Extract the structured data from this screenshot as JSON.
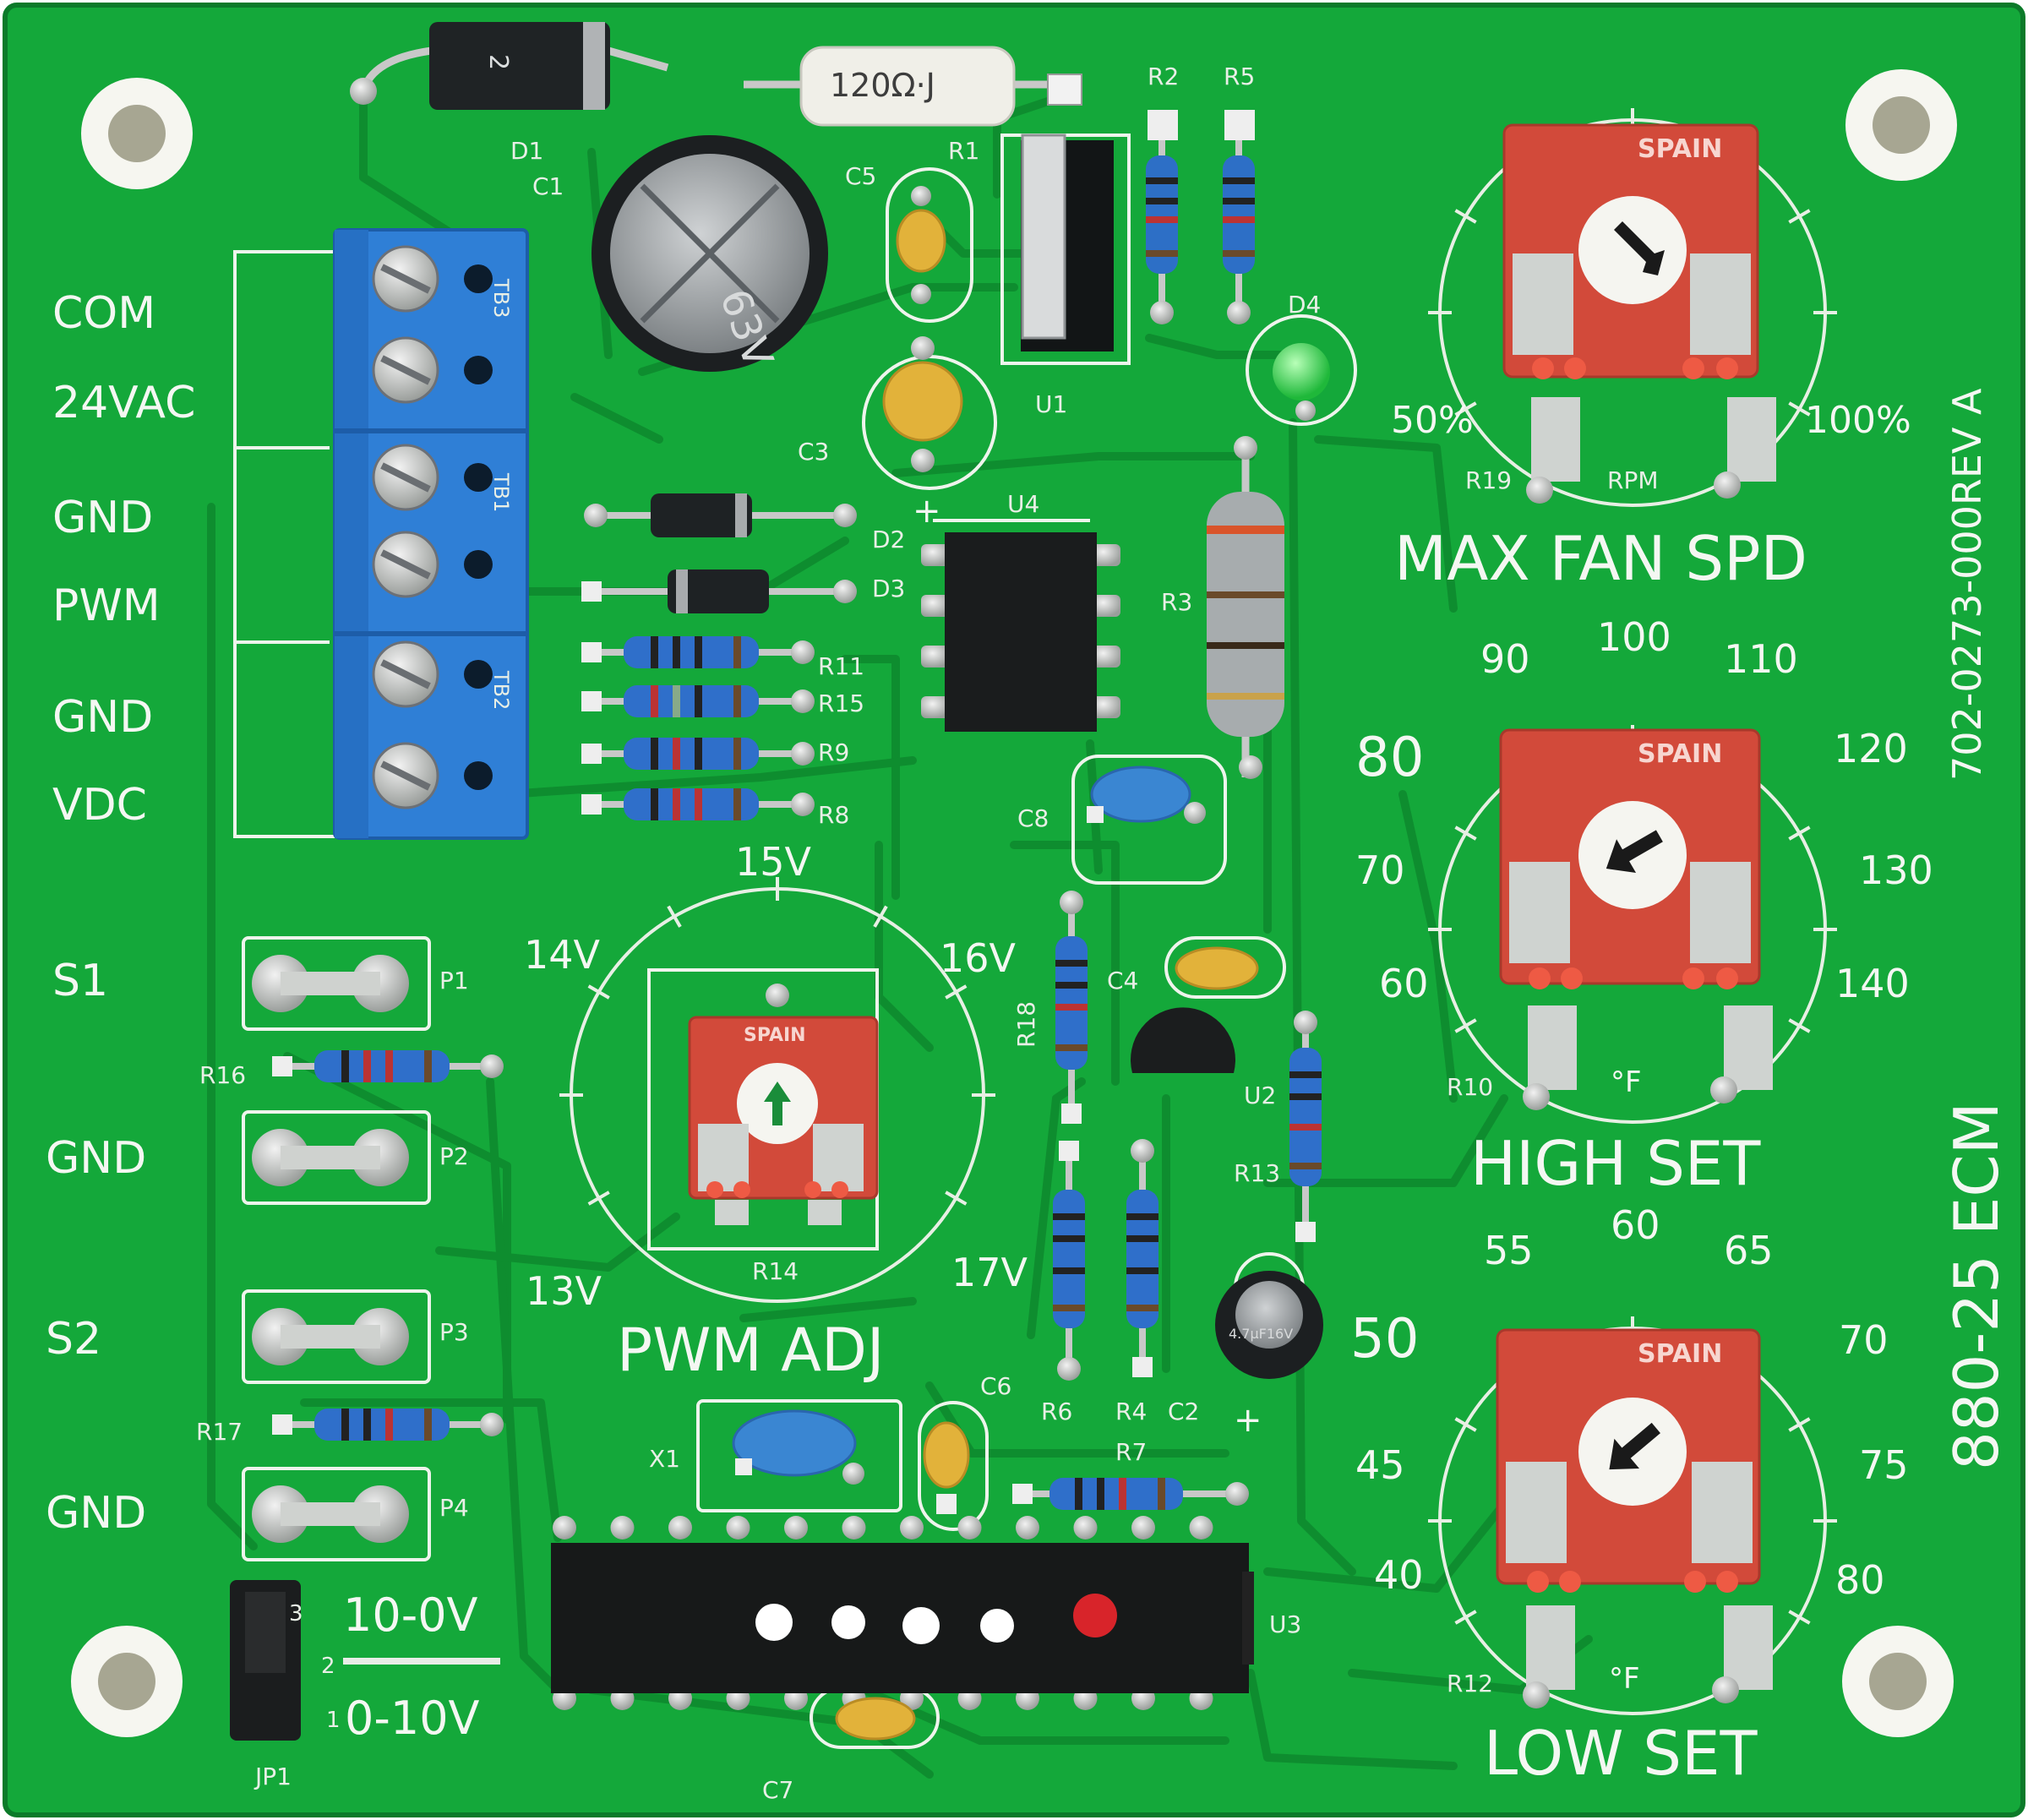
{
  "board": {
    "model": "880-25 ECM",
    "part_number": "702-0273-000REV A",
    "colors": {
      "pcb": "#14a83a",
      "trace": "#0f8f30",
      "silkscreen": "#f4f7f2",
      "terminal_block": "#2f7fd6",
      "trimmer": "#d24a3a",
      "solder_pad": "#c9ccc9"
    }
  },
  "terminals": {
    "com": "COM",
    "vac": "24VAC",
    "gnd1": "GND",
    "pwm": "PWM",
    "gnd2": "GND",
    "vdc": "VDC",
    "tb3": "TB3",
    "tb1": "TB1",
    "tb2": "TB2"
  },
  "inputs": {
    "s1": "S1",
    "gnd3": "GND",
    "s2": "S2",
    "gnd4": "GND",
    "p1": "P1",
    "p2": "P2",
    "p3": "P3",
    "p4": "P4",
    "r16": "R16",
    "r17": "R17"
  },
  "jumper": {
    "label": "JP1",
    "pin3": "3",
    "pin2": "2",
    "pin1": "1",
    "mode_a": "10-0V",
    "mode_b": "0-10V"
  },
  "components": {
    "d1": "D1",
    "d1_mark": "2",
    "r1": "R1",
    "r1_mark": "120Ω·J",
    "c1": "C1",
    "c1_mark": "63V",
    "c5": "C5",
    "r2": "R2",
    "r5": "R5",
    "u1": "U1",
    "d4": "D4",
    "c3": "C3",
    "c3_plus": "+",
    "d2": "D2",
    "d3": "D3",
    "u4": "U4",
    "r3": "R3",
    "r11": "R11",
    "r15": "R15",
    "r9": "R9",
    "r8": "R8",
    "c8": "C8",
    "r18": "R18",
    "c4": "C4",
    "u2": "U2",
    "r13": "R13",
    "r6": "R6",
    "r4": "R4",
    "c2": "C2",
    "c2_plus": "+",
    "c2_mark": "4.7µF16V",
    "c6": "C6",
    "x1": "X1",
    "r7": "R7",
    "u3": "U3",
    "c7": "C7"
  },
  "trimmers": {
    "brand": "SPAIN",
    "pwm": {
      "name": "PWM ADJ",
      "ref": "R14",
      "ticks": [
        "13V",
        "14V",
        "15V",
        "16V",
        "17V"
      ]
    },
    "max_fan": {
      "name": "MAX FAN SPD",
      "ref": "R19",
      "unit": "RPM",
      "min": "50%",
      "max": "100%"
    },
    "high": {
      "name": "HIGH SET",
      "ref": "R10",
      "unit": "°F",
      "ticks": [
        "60",
        "70",
        "80",
        "90",
        "100",
        "110",
        "120",
        "130",
        "140"
      ]
    },
    "low": {
      "name": "LOW SET",
      "ref": "R12",
      "unit": "°F",
      "ticks": [
        "40",
        "45",
        "50",
        "55",
        "60",
        "65",
        "70",
        "75",
        "80"
      ]
    }
  }
}
